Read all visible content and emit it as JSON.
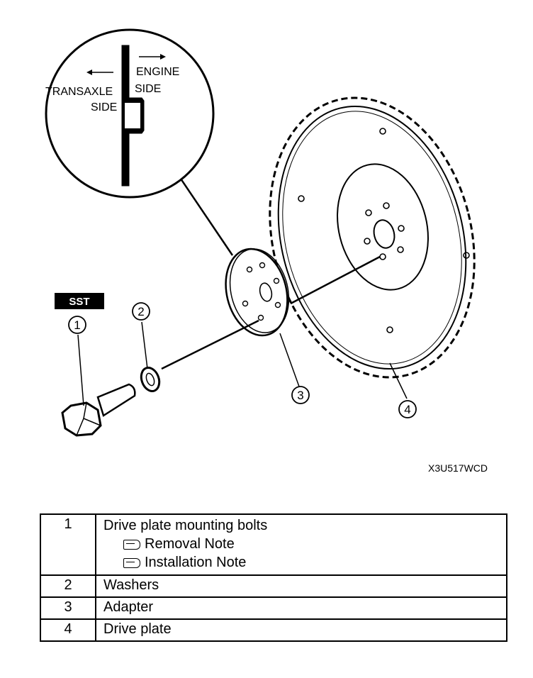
{
  "diagram": {
    "callout_labels": {
      "transaxle": "TRANSAXLE",
      "transaxle_side": "SIDE",
      "engine": "ENGINE",
      "engine_side": "SIDE"
    },
    "sst_label": "SST",
    "part_numbers": [
      "1",
      "2",
      "3",
      "4"
    ],
    "figure_code": "X3U517WCD"
  },
  "parts": [
    {
      "no": "1",
      "desc": "Drive plate mounting bolts",
      "notes": [
        "Removal Note",
        "Installation Note"
      ]
    },
    {
      "no": "2",
      "desc": "Washers",
      "notes": []
    },
    {
      "no": "3",
      "desc": "Adapter",
      "notes": []
    },
    {
      "no": "4",
      "desc": "Drive plate",
      "notes": []
    }
  ]
}
